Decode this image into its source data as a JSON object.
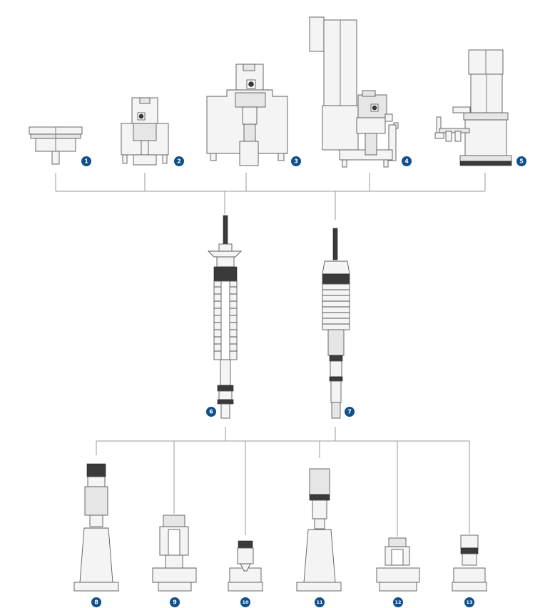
{
  "badge_color": "#0f4f8c",
  "line_color": "#9a9a9a",
  "components": {
    "c1": "1",
    "c2": "2",
    "c3": "3",
    "c4": "4",
    "c5": "5",
    "c6": "6",
    "c7": "7",
    "c8": "8",
    "c9": "9",
    "c10": "10",
    "c11": "11",
    "c12": "12",
    "c13": "13"
  }
}
